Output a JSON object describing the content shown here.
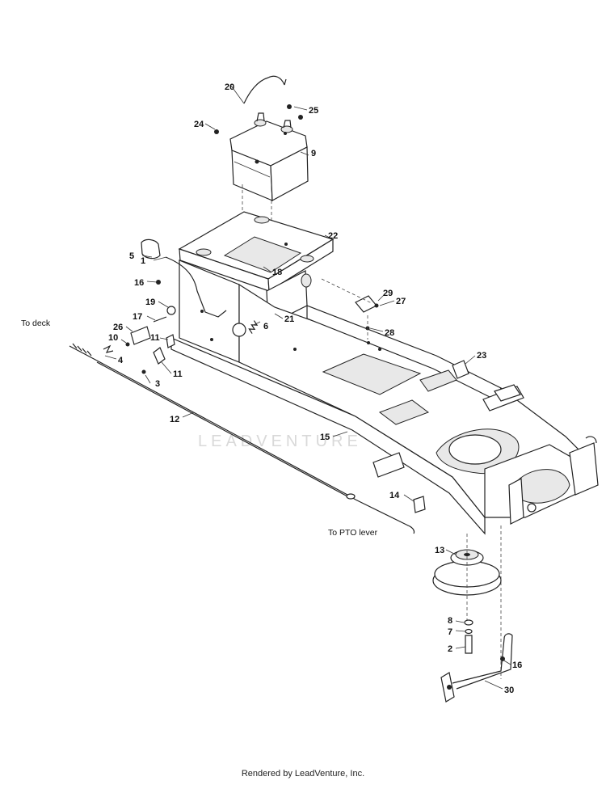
{
  "diagram": {
    "callouts": [
      "1",
      "2",
      "3",
      "4",
      "5",
      "6",
      "7",
      "8",
      "9",
      "10",
      "11",
      "11",
      "12",
      "13",
      "14",
      "15",
      "16",
      "16",
      "17",
      "18",
      "19",
      "20",
      "21",
      "22",
      "23",
      "24",
      "25",
      "26",
      "27",
      "28",
      "29",
      "30"
    ],
    "notes": {
      "to_deck": "To deck",
      "to_pto_lever": "To PTO lever"
    },
    "watermark": "LEADVENTURE"
  },
  "footer": {
    "credit": "Rendered by LeadVenture, Inc."
  }
}
